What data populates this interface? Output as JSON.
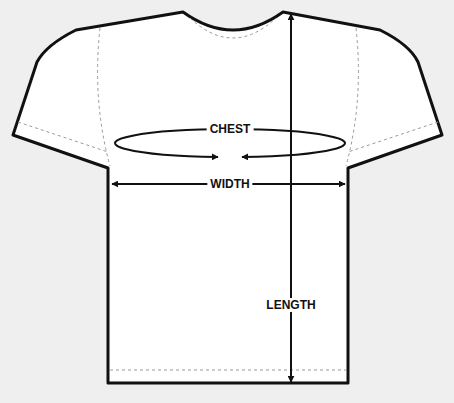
{
  "diagram": {
    "labels": [
      "CHEST",
      "WIDTH",
      "LENGTH"
    ]
  }
}
